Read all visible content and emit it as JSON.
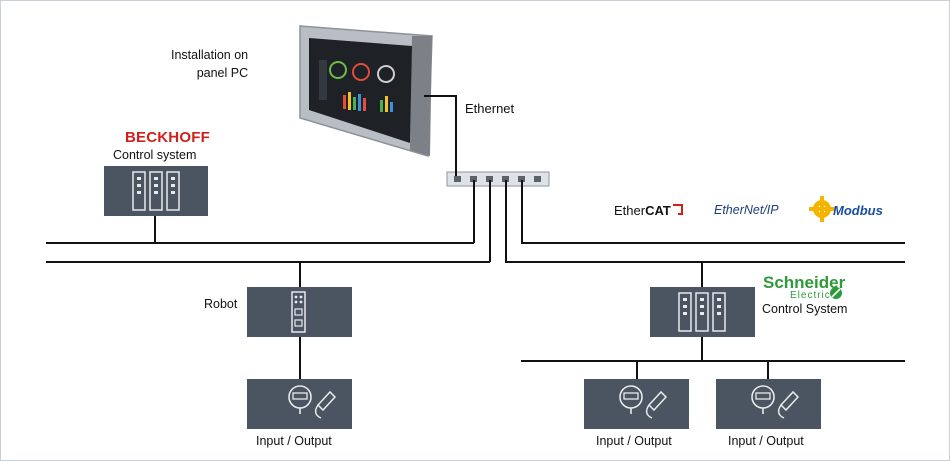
{
  "labels": {
    "installation": "Installation on\npanel PC",
    "ethernet": "Ethernet",
    "control_system_beckhoff": "Control system",
    "robot": "Robot",
    "control_system_schneider": "Control System",
    "io_1": "Input / Output",
    "io_2": "Input / Output",
    "io_3": "Input / Output"
  },
  "logos": {
    "beckhoff": "BECKHOFF",
    "schneider": "Schneider",
    "schneider_sub": "Electric"
  },
  "protocols": {
    "ethercat_prefix": "Ether",
    "ethercat_suffix": "CAT",
    "ethernetip": "EtherNet/IP",
    "modbus": "Modbus"
  },
  "colors": {
    "device_fill": "#4a5561",
    "wire": "#111111",
    "beckhoff_red": "#d0201b",
    "schneider_green": "#2e9b3a"
  }
}
